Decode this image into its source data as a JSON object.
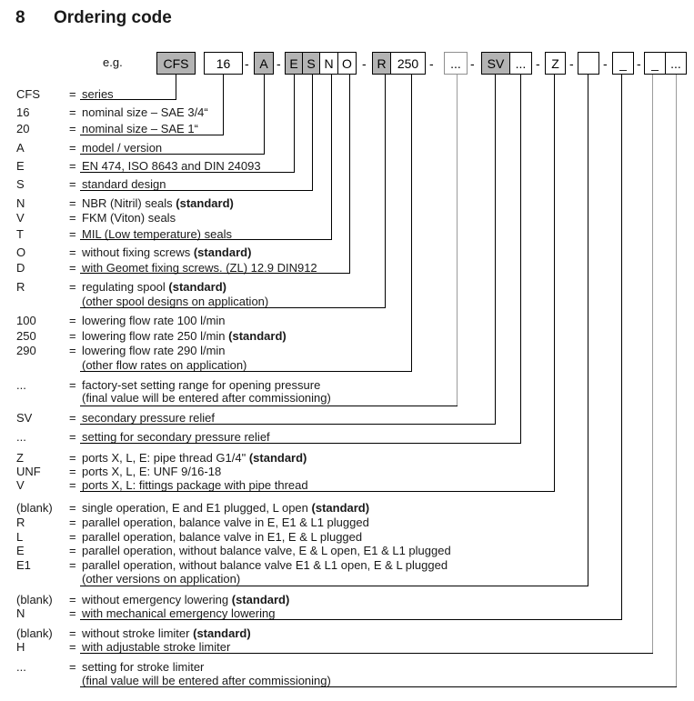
{
  "heading": {
    "number": "8",
    "title": "Ordering code"
  },
  "example": {
    "label": "e.g.",
    "separator": "-",
    "box_groups": [
      {
        "cells": [
          {
            "text": "CFS",
            "shaded": true
          }
        ]
      },
      {
        "cells": [
          {
            "text": "16",
            "shaded": false
          }
        ]
      },
      {
        "cells": [
          {
            "text": "A",
            "shaded": true
          }
        ]
      },
      {
        "cells": [
          {
            "text": "E",
            "shaded": true
          },
          {
            "text": "S",
            "shaded": true
          },
          {
            "text": "N",
            "shaded": false
          },
          {
            "text": "O",
            "shaded": false
          }
        ]
      },
      {
        "cells": [
          {
            "text": "R",
            "shaded": true
          },
          {
            "text": "250",
            "shaded": false
          }
        ]
      },
      {
        "cells": [
          {
            "text": "...",
            "shaded": false
          }
        ]
      },
      {
        "cells": [
          {
            "text": "SV",
            "shaded": true
          },
          {
            "text": "...",
            "shaded": false
          }
        ]
      },
      {
        "cells": [
          {
            "text": "Z",
            "shaded": false
          }
        ]
      },
      {
        "cells": [
          {
            "text": "",
            "shaded": false
          }
        ]
      },
      {
        "cells": [
          {
            "text": "_",
            "shaded": false
          }
        ]
      },
      {
        "cells": [
          {
            "text": "_",
            "shaded": false
          },
          {
            "text": "...",
            "shaded": false
          }
        ]
      }
    ]
  },
  "equals_sign": "=",
  "colors": {
    "shaded_box": "#b3b3b3",
    "line": "#000000",
    "gray_line": "#9b9b9b"
  },
  "rows": [
    {
      "key": "CFS",
      "text": "series"
    },
    {
      "key": "16",
      "text": "nominal size – SAE 3/4“"
    },
    {
      "key": "20",
      "text": "nominal size – SAE 1“"
    },
    {
      "key": "A",
      "text": "model / version"
    },
    {
      "key": "E",
      "text": "EN 474, ISO 8643 and DIN 24093"
    },
    {
      "key": "S",
      "text": "standard design"
    },
    {
      "key": "N",
      "text": "NBR (Nitril) seals",
      "bold": "(standard)"
    },
    {
      "key": "V",
      "text": "FKM (Viton) seals"
    },
    {
      "key": "T",
      "text": "MIL (Low temperature) seals"
    },
    {
      "key": "O",
      "text": "without fixing screws",
      "bold": "(standard)"
    },
    {
      "key": "D",
      "text": "with Geomet fixing screws. (ZL) 12.9 DIN912"
    },
    {
      "key": "R",
      "text": "regulating spool",
      "bold": "(standard)"
    },
    {
      "key": "",
      "text": "(other spool designs on application)"
    },
    {
      "key": "100",
      "text": "lowering flow rate 100 l/min"
    },
    {
      "key": "250",
      "text": "lowering flow rate 250 l/min",
      "bold": "(standard)"
    },
    {
      "key": "290",
      "text": "lowering flow rate 290 l/min"
    },
    {
      "key": "",
      "text": "(other flow rates on application)"
    },
    {
      "key": "...",
      "text": "factory-set setting range for opening pressure"
    },
    {
      "key": "",
      "text": "(final value will be entered after commissioning)"
    },
    {
      "key": "SV",
      "text": "secondary pressure relief"
    },
    {
      "key": "...",
      "text": "setting for secondary pressure relief"
    },
    {
      "key": "Z",
      "text": "ports X, L, E: pipe thread G1/4\" ",
      "bold": "(standard)"
    },
    {
      "key": "UNF",
      "text": "ports X, L, E: UNF 9/16-18"
    },
    {
      "key": "V",
      "text": "ports X, L: fittings package with pipe thread"
    },
    {
      "key": "(blank)",
      "text": "single operation, E and E1 plugged, L open",
      "bold": "(standard)"
    },
    {
      "key": "R",
      "text": "parallel operation, balance valve in E, E1 & L1 plugged"
    },
    {
      "key": "L",
      "text": "parallel operation, balance valve in E1, E & L plugged"
    },
    {
      "key": "E",
      "text": "parallel operation, without balance valve, E & L open, E1 & L1 plugged"
    },
    {
      "key": "E1",
      "text": "parallel operation, without balance valve E1 & L1 open, E & L plugged"
    },
    {
      "key": "",
      "text": "(other versions on application)"
    },
    {
      "key": "(blank)",
      "text": "without emergency lowering",
      "bold": "(standard)"
    },
    {
      "key": "N",
      "text": "with mechanical emergency lowering"
    },
    {
      "key": "(blank)",
      "text": "without stroke limiter",
      "bold": "(standard)"
    },
    {
      "key": "H",
      "text": "with adjustable stroke limiter"
    },
    {
      "key": "...",
      "text": "setting for stroke limiter"
    },
    {
      "key": "",
      "text": "(final value will be entered after commissioning)"
    }
  ]
}
